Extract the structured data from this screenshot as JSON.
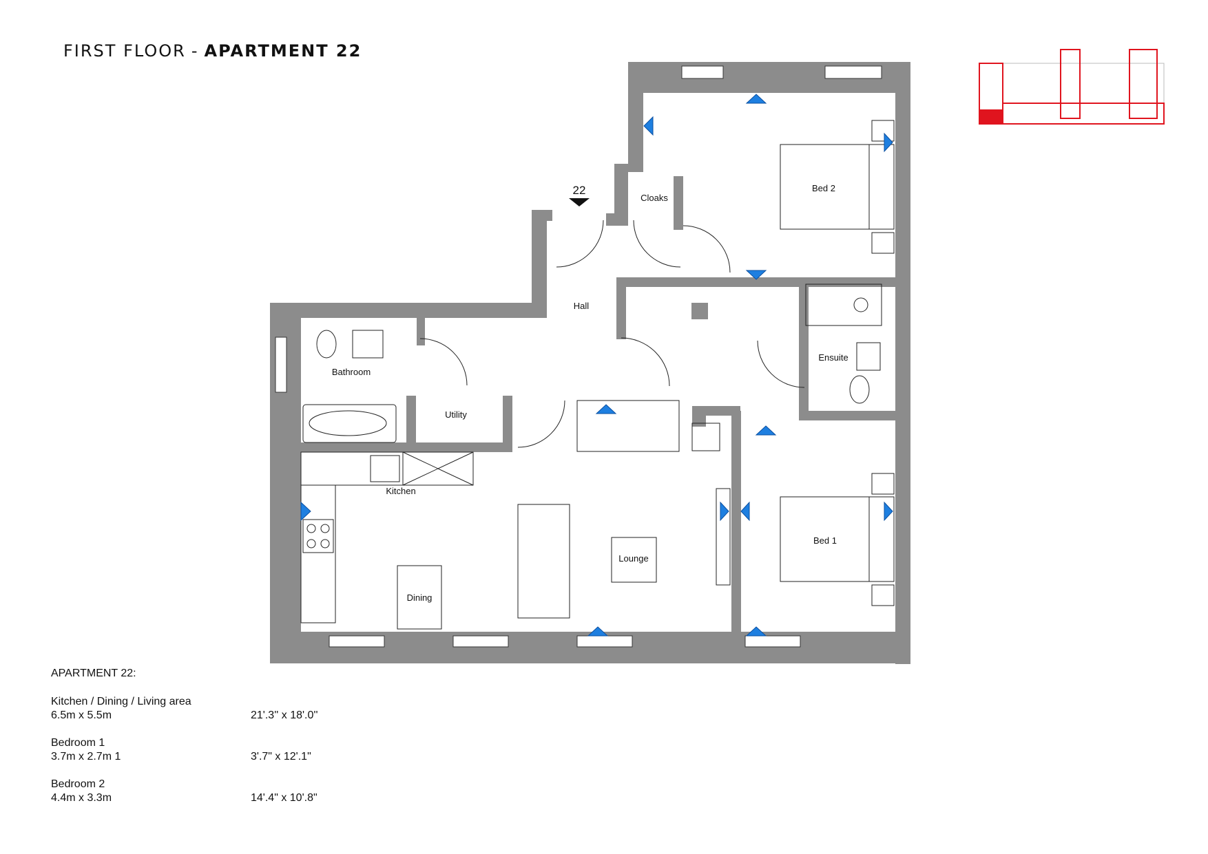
{
  "header": {
    "floor": "FIRST FLOOR",
    "separator": "-",
    "apartment": "APARTMENT 22"
  },
  "entrance_marker": "22",
  "rooms": {
    "bed2": "Bed 2",
    "cloaks": "Cloaks",
    "hall": "Hall",
    "bathroom": "Bathroom",
    "utility": "Utility",
    "ensuite": "Ensuite",
    "kitchen": "Kitchen",
    "lounge": "Lounge",
    "dining": "Dining",
    "bed1": "Bed 1"
  },
  "specs": {
    "heading": "APARTMENT 22:",
    "items": [
      {
        "name": "Kitchen / Dining / Living area",
        "metric": "6.5m x 5.5m",
        "imperial": "21'.3'' x 18'.0''"
      },
      {
        "name": "Bedroom 1",
        "metric": "3.7m x 2.7m 1",
        "imperial": "3'.7\" x 12'.1\""
      },
      {
        "name": "Bedroom 2",
        "metric": "4.4m x 3.3m",
        "imperial": "14'.4\" x 10'.8\""
      }
    ]
  },
  "colors": {
    "wall": "#8c8c8c",
    "arrow": "#1e7fe0",
    "keyplan": "#e0141e"
  }
}
